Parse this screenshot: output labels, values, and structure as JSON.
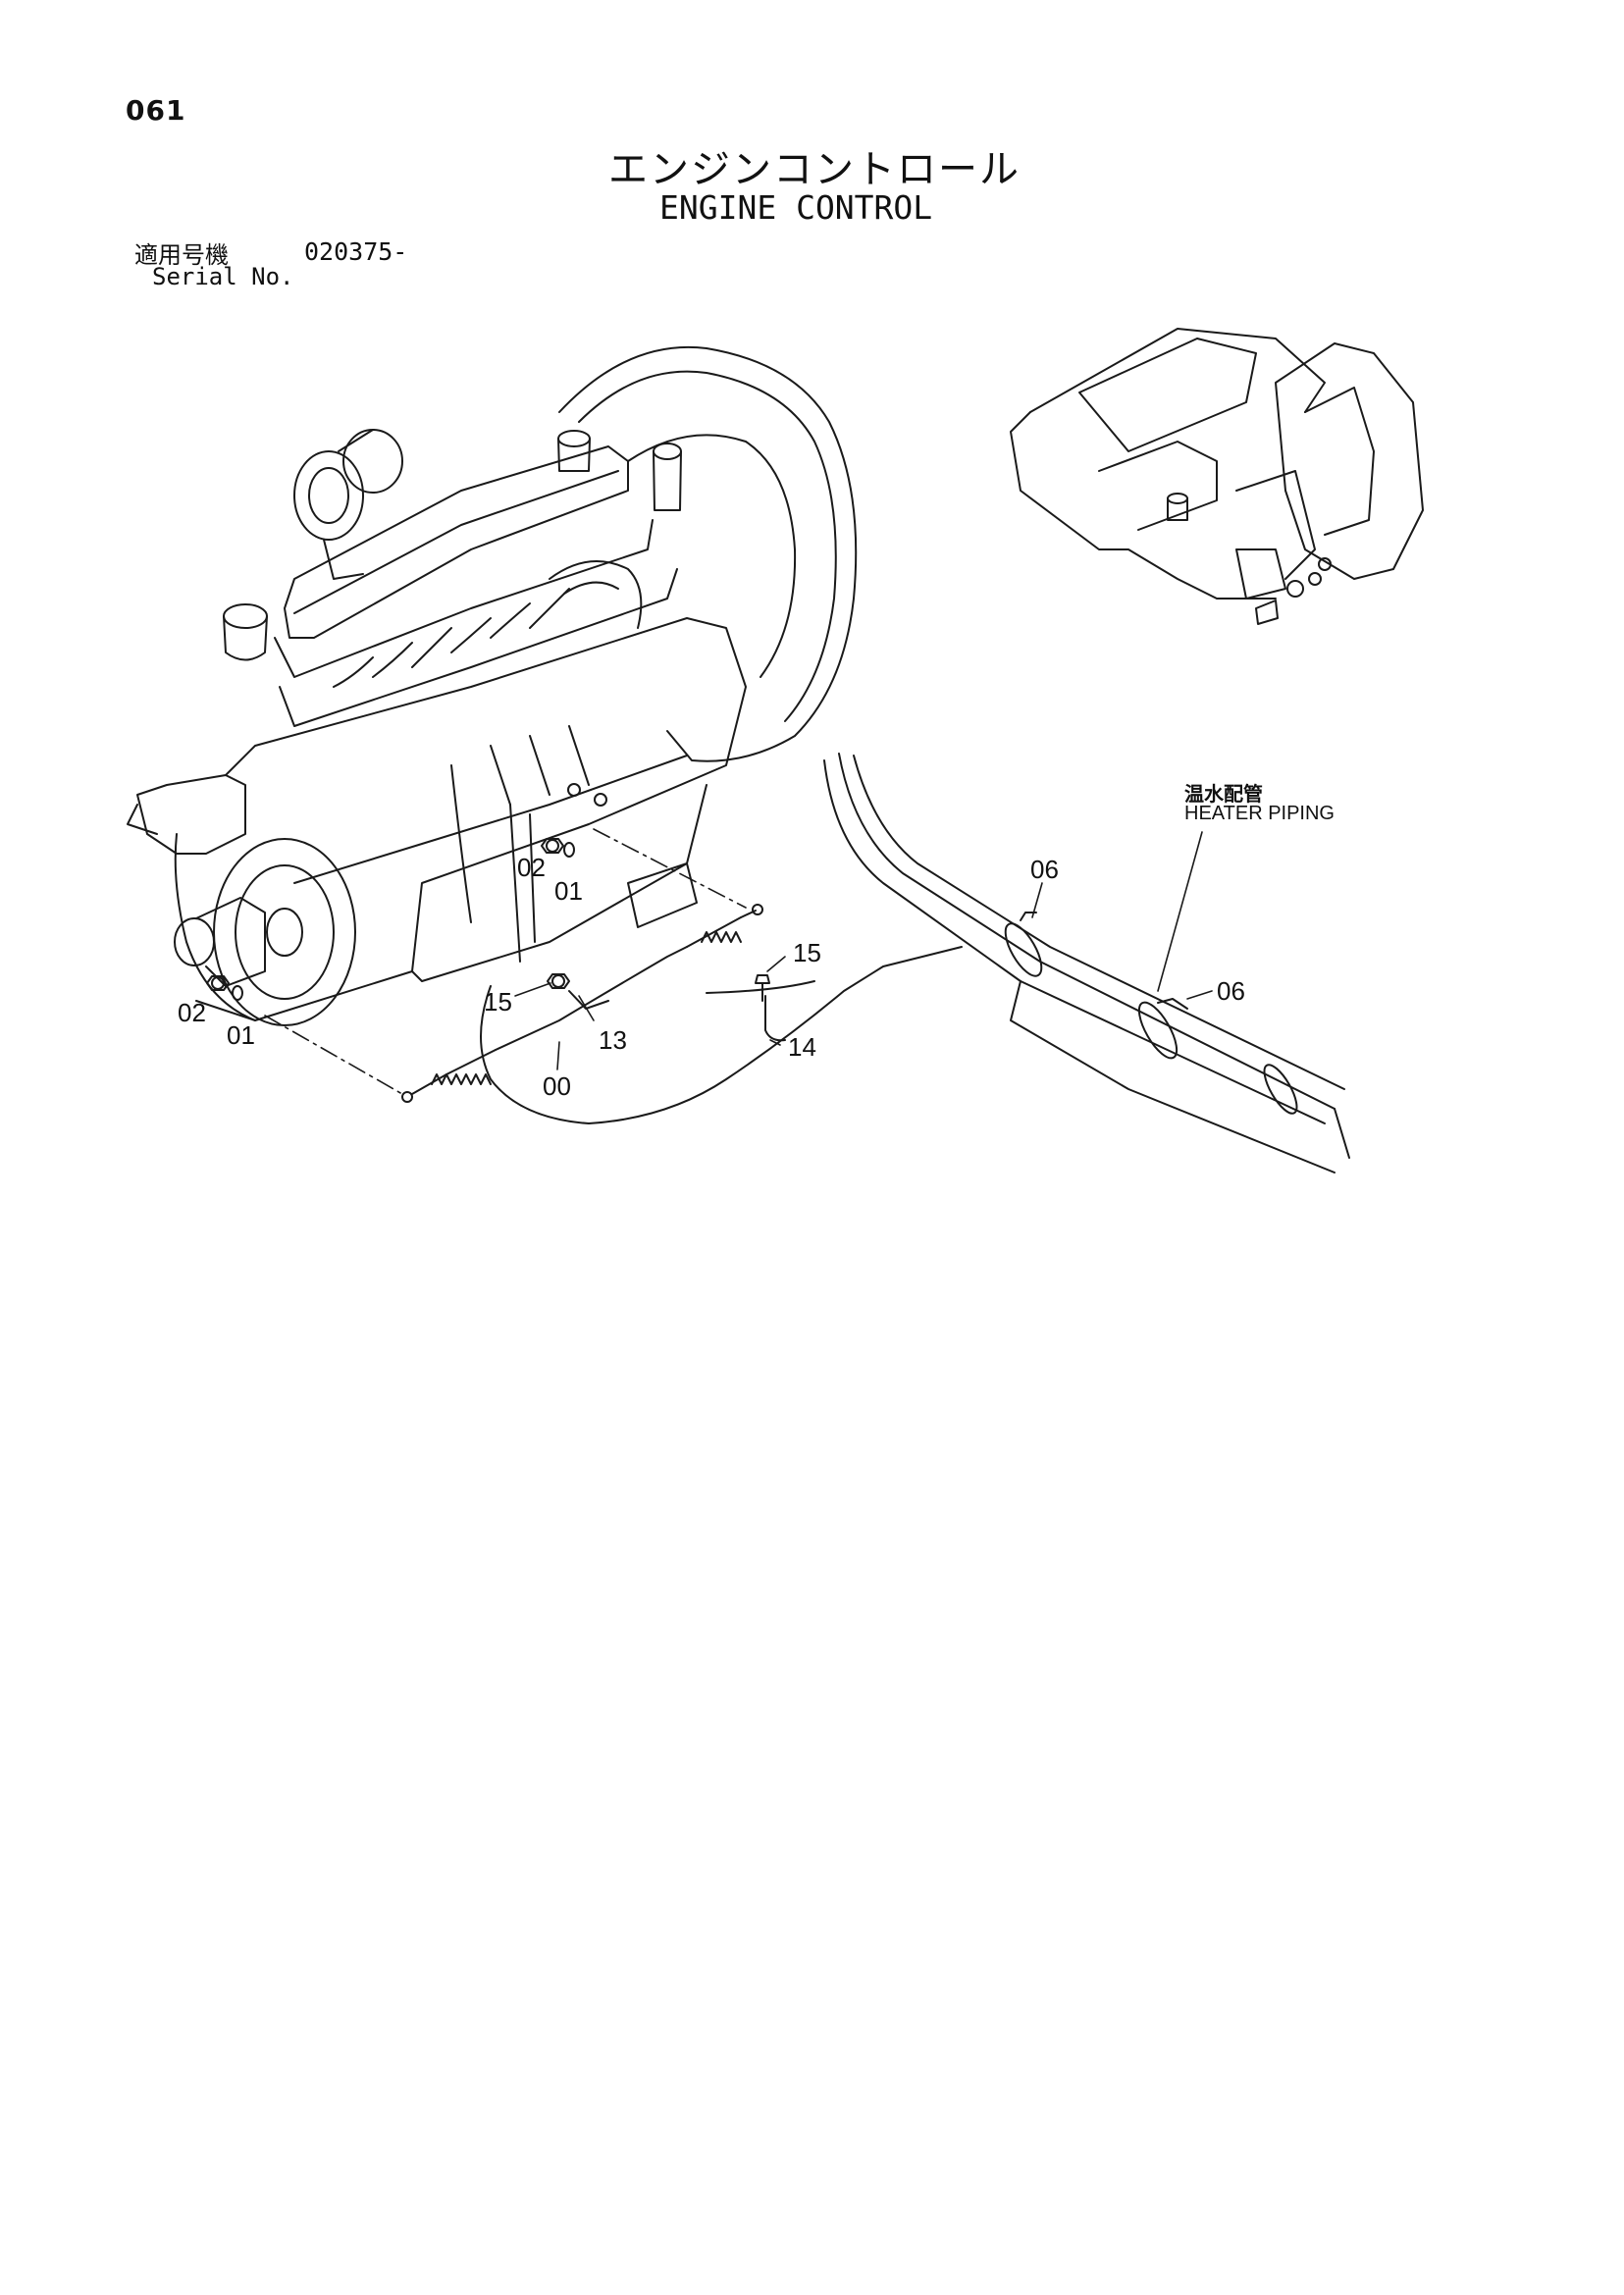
{
  "page": {
    "number": "061"
  },
  "title": {
    "japanese": "エンジンコントロール",
    "english": "ENGINE CONTROL"
  },
  "serial": {
    "label_jp": "適用号機",
    "value": "020375-",
    "label_en": "Serial No."
  },
  "heater_piping": {
    "label_jp": "温水配管",
    "label_en": "HEATER PIPING"
  },
  "callouts": {
    "c02_left": "02",
    "c01_left": "01",
    "c02_upper": "02",
    "c01_upper": "01",
    "c15_left": "15",
    "c13": "13",
    "c00": "00",
    "c15_right": "15",
    "c14": "14",
    "c06_upper": "06",
    "c06_right": "06"
  }
}
